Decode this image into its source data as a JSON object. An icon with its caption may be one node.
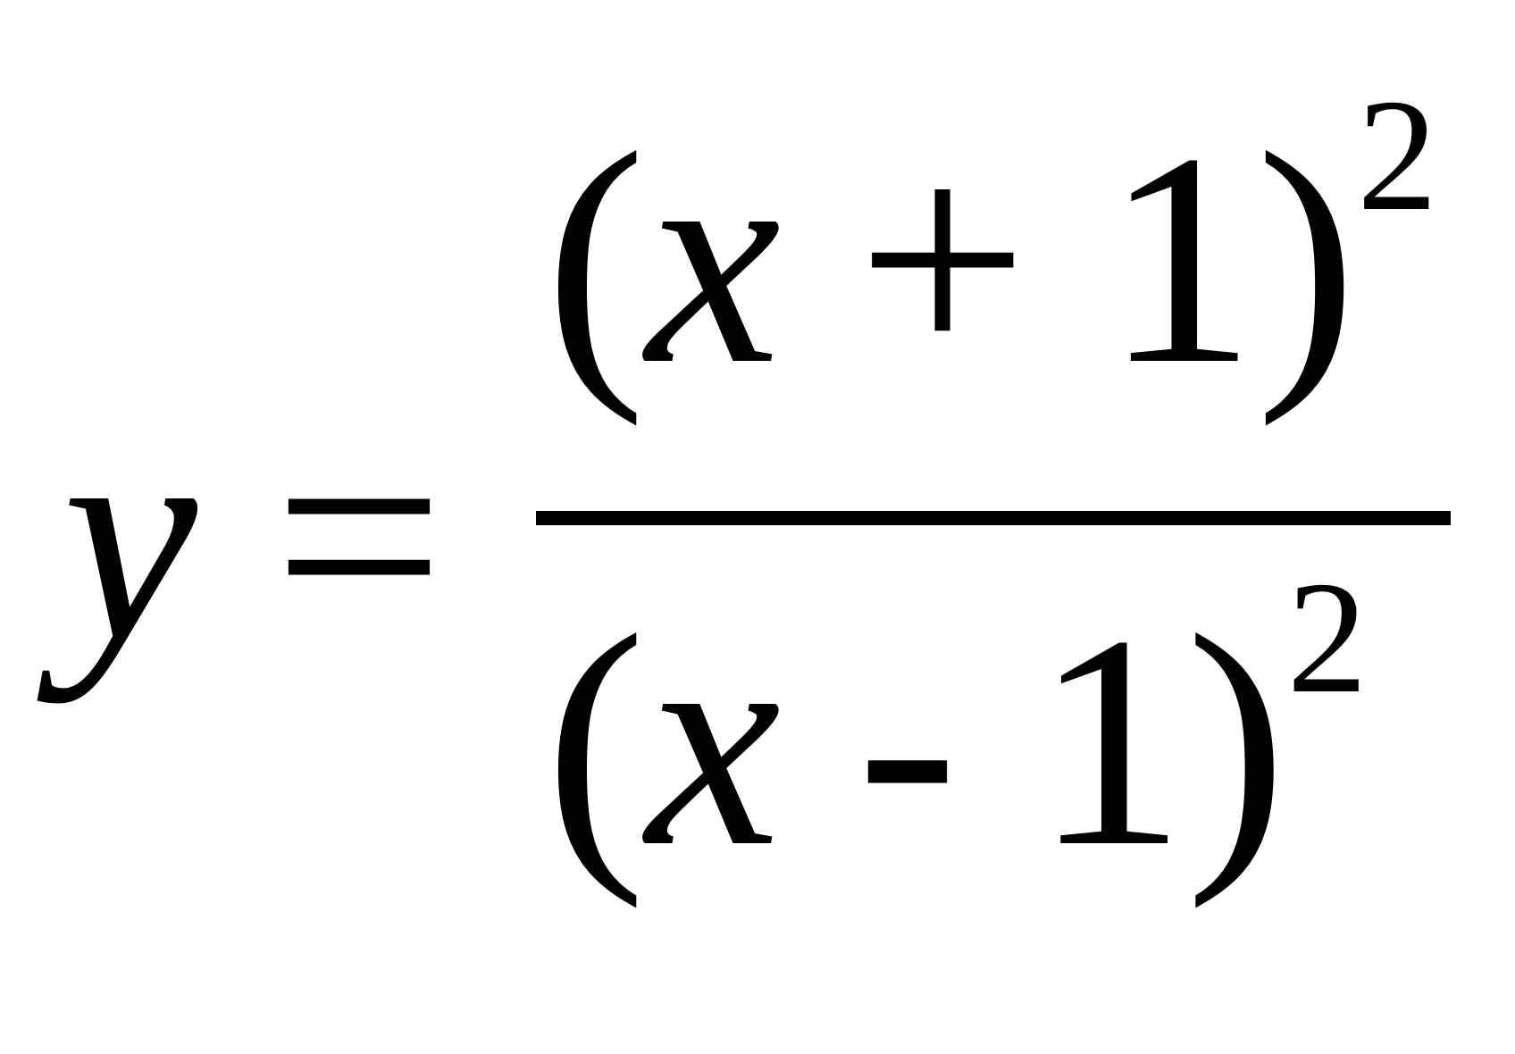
{
  "diagram": {
    "labels": [
      "*y* =",
      "(*x* + 1)$^{2}$",
      "(*x* - 1)$^{2}$"
    ]
  }
}
